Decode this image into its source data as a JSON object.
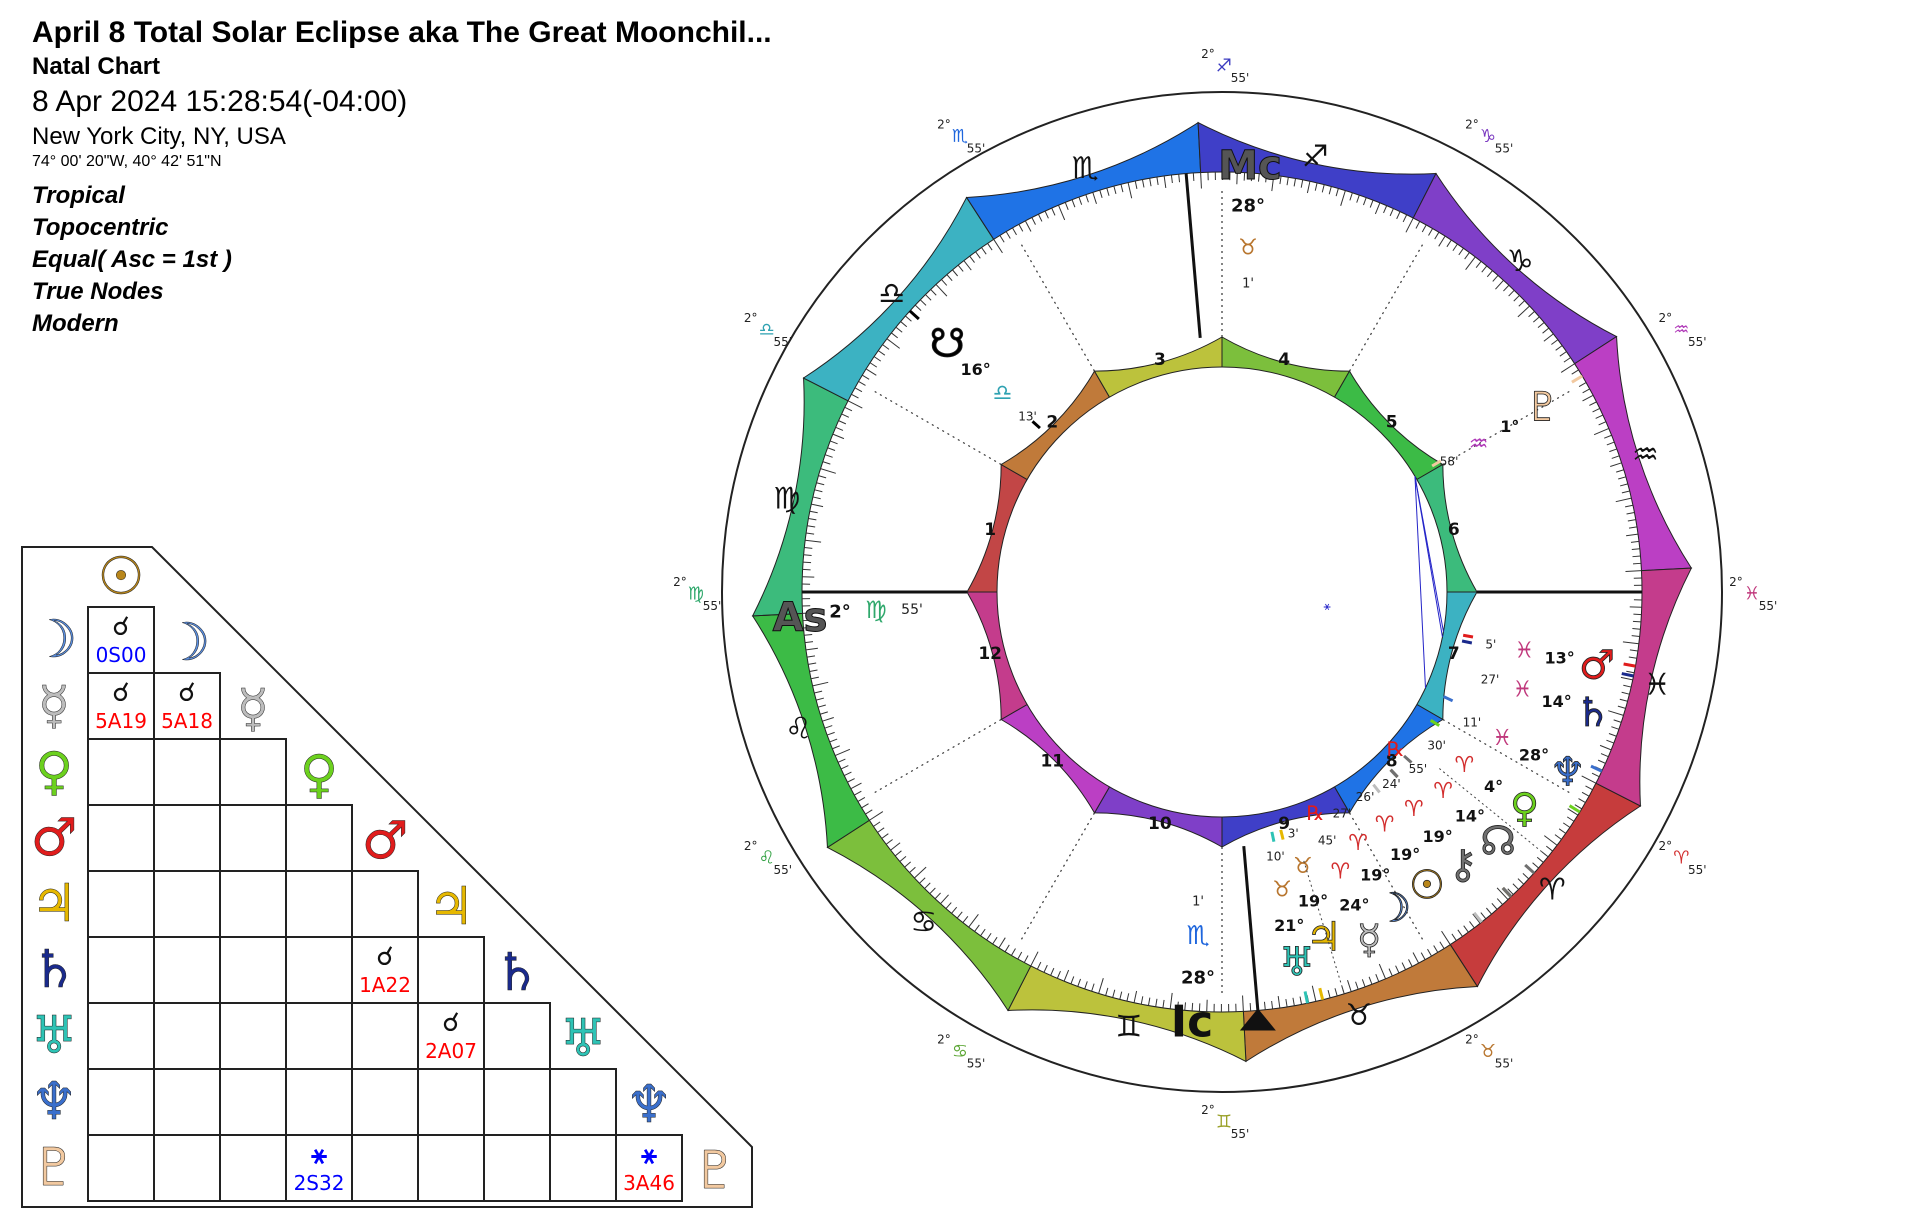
{
  "header": {
    "title": "April 8 Total Solar Eclipse aka The Great Moonchil...",
    "chart_type": "Natal Chart",
    "datetime": "8 Apr 2024 15:28:54(-04:00)",
    "location": "New York City, NY, USA",
    "coordinates": "74° 00' 20\"W, 40° 42' 51\"N",
    "settings": [
      "Tropical",
      "Topocentric",
      "Equal( Asc = 1st )",
      "True Nodes",
      "Modern"
    ]
  },
  "wheel": {
    "ascendant_longitude": 152.9167,
    "signs": [
      {
        "name": "Aries",
        "glyph": "♈",
        "color": "#c63c3c",
        "text_color": "#d22d2d"
      },
      {
        "name": "Taurus",
        "glyph": "♉",
        "color": "#c07a3a",
        "text_color": "#b8762f"
      },
      {
        "name": "Gemini",
        "glyph": "♊",
        "color": "#bcc23c",
        "text_color": "#9aa12a"
      },
      {
        "name": "Cancer",
        "glyph": "♋",
        "color": "#7cbf3c",
        "text_color": "#5aa532"
      },
      {
        "name": "Leo",
        "glyph": "♌",
        "color": "#3cbb46",
        "text_color": "#2fa040"
      },
      {
        "name": "Virgo",
        "glyph": "♍",
        "color": "#3cbb7c",
        "text_color": "#2fa86c"
      },
      {
        "name": "Libra",
        "glyph": "♎",
        "color": "#3cb2c2",
        "text_color": "#2fa2b2"
      },
      {
        "name": "Scorpio",
        "glyph": "♏",
        "color": "#1f73e6",
        "text_color": "#1f66dd"
      },
      {
        "name": "Sagittarius",
        "glyph": "♐",
        "color": "#3f3fc8",
        "text_color": "#3a3ac0"
      },
      {
        "name": "Capricorn",
        "glyph": "♑",
        "color": "#7f3fc8",
        "text_color": "#7a38c0"
      },
      {
        "name": "Aquarius",
        "glyph": "♒",
        "color": "#bb3fc4",
        "text_color": "#b038b8"
      },
      {
        "name": "Pisces",
        "glyph": "♓",
        "color": "#c43c8c",
        "text_color": "#c0387c"
      }
    ],
    "house_colors": [
      "#c24646",
      "#c07a3a",
      "#bcc23c",
      "#7cbf3c",
      "#3cbb46",
      "#3cbb7c",
      "#3cb2c2",
      "#1f73e6",
      "#3f3fc8",
      "#7f3fc8",
      "#bb3fc4",
      "#c43c8c"
    ],
    "house_cusp_labels": [
      {
        "deg": "2°",
        "glyph": "♍",
        "min": "55'",
        "sign": 5
      },
      {
        "deg": "2°",
        "glyph": "♎",
        "min": "55'",
        "sign": 6
      },
      {
        "deg": "2°",
        "glyph": "♏",
        "min": "55'",
        "sign": 7
      },
      {
        "deg": "2°",
        "glyph": "♐",
        "min": "55'",
        "sign": 8
      },
      {
        "deg": "2°",
        "glyph": "♑",
        "min": "55'",
        "sign": 9
      },
      {
        "deg": "2°",
        "glyph": "♒",
        "min": "55'",
        "sign": 10
      },
      {
        "deg": "2°",
        "glyph": "♓",
        "min": "55'",
        "sign": 11
      },
      {
        "deg": "2°",
        "glyph": "♈",
        "min": "55'",
        "sign": 0
      },
      {
        "deg": "2°",
        "glyph": "♉",
        "min": "55'",
        "sign": 1
      },
      {
        "deg": "2°",
        "glyph": "♊",
        "min": "55'",
        "sign": 2
      },
      {
        "deg": "2°",
        "glyph": "♋",
        "min": "55'",
        "sign": 3
      },
      {
        "deg": "2°",
        "glyph": "♌",
        "min": "55'",
        "sign": 4
      }
    ],
    "angles": {
      "asc": {
        "label": "As",
        "deg": "2°",
        "glyph": "♍",
        "min": "55'"
      },
      "mc": {
        "label": "Mc",
        "deg": "28°",
        "glyph": "♉",
        "min": "1'",
        "longitude": 58.0167
      },
      "ic": {
        "label": "Ic",
        "deg": "28°",
        "glyph": "♏",
        "min": "1'"
      }
    },
    "bodies": [
      {
        "key": "uranus",
        "glyph": "♅",
        "longitude": 51.17,
        "deg": "21°",
        "min": "10'",
        "sign": 1,
        "retro": false,
        "color": "#2ec3b5"
      },
      {
        "key": "jupiter",
        "glyph": "♃",
        "longitude": 49.05,
        "deg": "19°",
        "min": "3'",
        "sign": 1,
        "retro": false,
        "color": "#e6b800"
      },
      {
        "key": "mercury",
        "glyph": "☿",
        "longitude": 24.75,
        "deg": "24°",
        "min": "45'",
        "sign": 0,
        "retro": true,
        "color": "#bdbdbd"
      },
      {
        "key": "moon",
        "glyph": "☽",
        "longitude": 19.45,
        "deg": "19°",
        "min": "27'",
        "sign": 0,
        "retro": false,
        "color": "#5b8fe0"
      },
      {
        "key": "sun",
        "glyph": "☉",
        "longitude": 19.43,
        "deg": "19°",
        "min": "26'",
        "sign": 0,
        "retro": false,
        "color": "#b8861b"
      },
      {
        "key": "chiron",
        "glyph": "⚷",
        "longitude": 19.4,
        "deg": "19°",
        "min": "24'",
        "sign": 0,
        "retro": false,
        "color": "#707070"
      },
      {
        "key": "node",
        "glyph": "☊",
        "longitude": 14.92,
        "deg": "14°",
        "min": "55'",
        "sign": 0,
        "retro": true,
        "color": "#707070"
      },
      {
        "key": "venus",
        "glyph": "♀",
        "longitude": 4.5,
        "deg": "4°",
        "min": "30'",
        "sign": 0,
        "retro": false,
        "color": "#6cd11e"
      },
      {
        "key": "neptune",
        "glyph": "♆",
        "longitude": 358.18,
        "deg": "28°",
        "min": "11'",
        "sign": 11,
        "retro": false,
        "color": "#3a6fcc"
      },
      {
        "key": "saturn",
        "glyph": "♄",
        "longitude": 344.45,
        "deg": "14°",
        "min": "27'",
        "sign": 11,
        "retro": false,
        "color": "#1a2a8c"
      },
      {
        "key": "mars",
        "glyph": "♂",
        "longitude": 343.08,
        "deg": "13°",
        "min": "5'",
        "sign": 11,
        "retro": false,
        "color": "#e01c1c"
      },
      {
        "key": "pluto",
        "glyph": "♇",
        "longitude": 301.97,
        "deg": "1°",
        "min": "58'",
        "sign": 10,
        "retro": false,
        "color": "#f2c9a0"
      },
      {
        "key": "southnode",
        "glyph": "☋",
        "longitude": 194.92,
        "deg": "16°",
        "min": "13'",
        "sign": 6,
        "retro": false,
        "color": "#000000"
      }
    ],
    "retro_symbol": "℞"
  },
  "aspect_grid": {
    "rows": [
      {
        "glyph": "☉",
        "color": "#b8861b"
      },
      {
        "glyph": "☽",
        "color": "#5b8fe0"
      },
      {
        "glyph": "☿",
        "color": "#bdbdbd"
      },
      {
        "glyph": "♀",
        "color": "#6cd11e"
      },
      {
        "glyph": "♂",
        "color": "#e01c1c"
      },
      {
        "glyph": "♃",
        "color": "#e6b800"
      },
      {
        "glyph": "♄",
        "color": "#1a2a8c"
      },
      {
        "glyph": "♅",
        "color": "#2ec3b5"
      },
      {
        "glyph": "♆",
        "color": "#3a6fcc"
      },
      {
        "glyph": "♇",
        "color": "#f2c9a0"
      }
    ],
    "aspects": [
      {
        "row": 1,
        "col": 0,
        "symbol": "☌",
        "orb": "0S00",
        "orb_color": "#0000ff"
      },
      {
        "row": 2,
        "col": 0,
        "symbol": "☌",
        "orb": "5A19",
        "orb_color": "#ff0000"
      },
      {
        "row": 2,
        "col": 1,
        "symbol": "☌",
        "orb": "5A18",
        "orb_color": "#ff0000"
      },
      {
        "row": 6,
        "col": 4,
        "symbol": "☌",
        "orb": "1A22",
        "orb_color": "#ff0000"
      },
      {
        "row": 7,
        "col": 5,
        "symbol": "☌",
        "orb": "2A07",
        "orb_color": "#ff0000"
      },
      {
        "row": 9,
        "col": 3,
        "symbol": "⚹",
        "orb": "2S32",
        "orb_color": "#0000ff"
      },
      {
        "row": 9,
        "col": 8,
        "symbol": "⚹",
        "orb": "3A46",
        "orb_color": "#ff0000"
      }
    ]
  }
}
